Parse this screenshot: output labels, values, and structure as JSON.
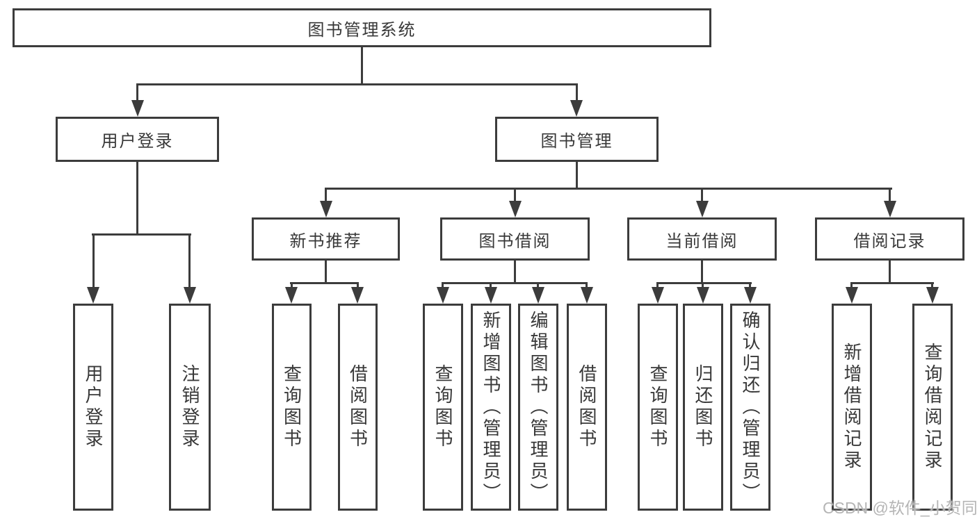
{
  "diagram": {
    "type": "tree",
    "root": {
      "label": "图书管理系统"
    },
    "level2": {
      "user_login": {
        "label": "用户登录"
      },
      "book_management": {
        "label": "图书管理"
      }
    },
    "level3": {
      "new_book_recommend": {
        "label": "新书推荐"
      },
      "book_borrow": {
        "label": "图书借阅"
      },
      "current_borrow": {
        "label": "当前借阅"
      },
      "borrow_records": {
        "label": "借阅记录"
      }
    },
    "leaves": {
      "login": [
        "用户登录",
        "注销登录"
      ],
      "recommend": [
        "查询图书",
        "借阅图书"
      ],
      "borrow": [
        "查询图书",
        "新增图书（管理员）",
        "编辑图书（管理员）",
        "借阅图书"
      ],
      "current": [
        "查询图书",
        "归还图书",
        "确认归还（管理员）"
      ],
      "records": [
        "新增借阅记录",
        "查询借阅记录"
      ]
    }
  },
  "watermark": "CSDN @软件_小贺同学",
  "colors": {
    "line": "#3c3c3c",
    "text": "#383838",
    "watermark": "#b5b5b5",
    "background": "#ffffff"
  }
}
